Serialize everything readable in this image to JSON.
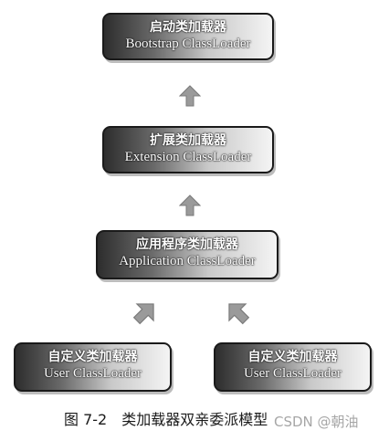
{
  "nodes": {
    "bootstrap": {
      "zh": "启动类加载器",
      "en": "Bootstrap ClassLoader"
    },
    "extension": {
      "zh": "扩展类加载器",
      "en": "Extension ClassLoader"
    },
    "application": {
      "zh": "应用程序类加载器",
      "en": "Application ClassLoader"
    },
    "user_left": {
      "zh": "自定义类加载器",
      "en": "User ClassLoader"
    },
    "user_right": {
      "zh": "自定义类加载器",
      "en": "User ClassLoader"
    }
  },
  "caption": {
    "figure_number": "图 7-2",
    "title": "类加载器双亲委派模型"
  },
  "watermark": "CSDN @朝油",
  "colors": {
    "node_dark": "#2d2d2d",
    "node_light": "#f4f4f4",
    "arrow": "#9a9a9a"
  }
}
